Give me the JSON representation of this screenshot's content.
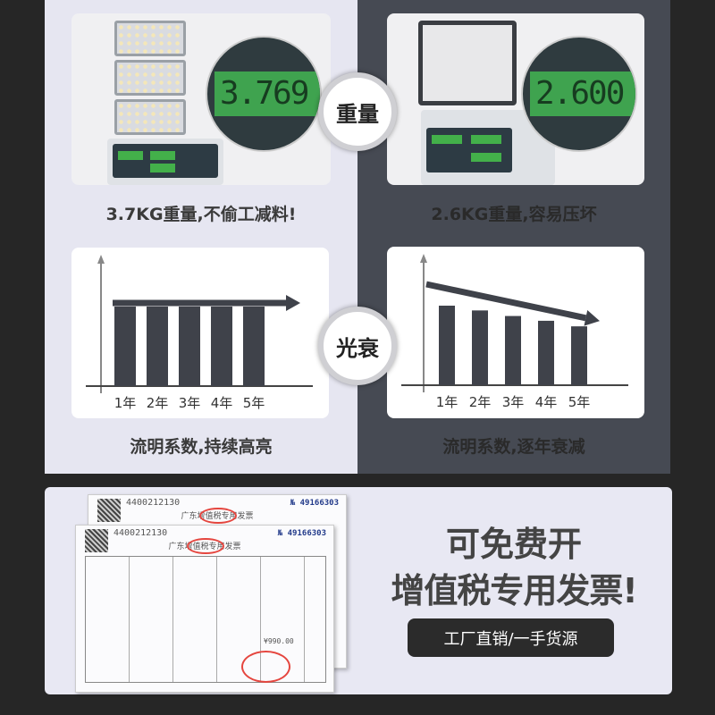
{
  "weight": {
    "badge": "重量",
    "left": {
      "reading": "3.769",
      "caption": "3.7KG重量,不偷工减料!"
    },
    "right": {
      "reading": "2.600",
      "caption": "2.6KG重量,容易压坏"
    }
  },
  "lumen": {
    "badge": "光衰",
    "left": {
      "caption": "流明系数,持续高亮"
    },
    "right": {
      "caption": "流明系数,逐年衰减"
    }
  },
  "chart_data": [
    {
      "type": "bar",
      "title": "",
      "categories": [
        "1年",
        "2年",
        "3年",
        "4年",
        "5年"
      ],
      "values": [
        100,
        100,
        100,
        100,
        100
      ],
      "trend": "flat"
    },
    {
      "type": "bar",
      "title": "",
      "categories": [
        "1年",
        "2年",
        "3年",
        "4年",
        "5年"
      ],
      "values": [
        100,
        94,
        87,
        81,
        74
      ],
      "trend": "down"
    }
  ],
  "invoice": {
    "title": "广东增值税专用发票",
    "code": "4400212130",
    "number_prefix": "№",
    "number": "49166303",
    "total": "¥990.00"
  },
  "promo": {
    "line1": "可免费开",
    "line2": "增值税专用发票!",
    "button": "工厂直销/一手货源"
  },
  "colors": {
    "left_panel": "#e6e6f1",
    "right_panel": "#464a53",
    "bar": "#3f424a",
    "lcd": "#3fa34f"
  }
}
